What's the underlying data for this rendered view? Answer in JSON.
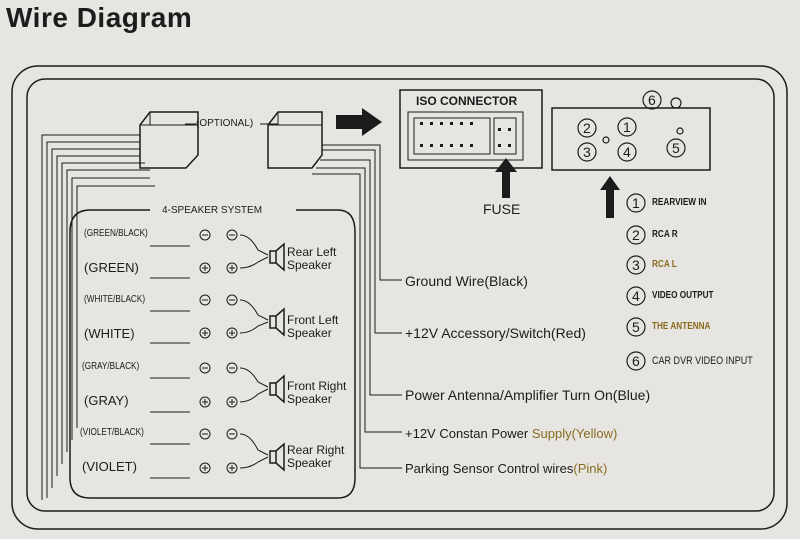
{
  "title": "Wire Diagram",
  "optional_label": "(OPTIONAL)",
  "speaker_system_label": "4-SPEAKER SYSTEM",
  "speaker_wires": [
    {
      "label": "(GREEN/BLACK)",
      "polarity": "−"
    },
    {
      "label": "(GREEN)",
      "polarity": "+"
    },
    {
      "label": "(WHITE/BLACK)",
      "polarity": "−"
    },
    {
      "label": "(WHITE)",
      "polarity": "+"
    },
    {
      "label": "(GRAY/BLACK)",
      "polarity": "−"
    },
    {
      "label": "(GRAY)",
      "polarity": "+"
    },
    {
      "label": "(VIOLET/BLACK)",
      "polarity": "−"
    },
    {
      "label": "(VIOLET)",
      "polarity": "+"
    }
  ],
  "speakers": [
    {
      "line1": "Rear Left",
      "line2": "Speaker"
    },
    {
      "line1": "Front Left",
      "line2": "Speaker"
    },
    {
      "line1": "Front Right",
      "line2": "Speaker"
    },
    {
      "line1": "Rear Right",
      "line2": "Speaker"
    }
  ],
  "power_wires": [
    {
      "text": "Ground  Wire",
      "color_name": "(Black)"
    },
    {
      "text": "+12V Accessory/Switch",
      "color_name": "(Red)"
    },
    {
      "text": "Power Antenna/Amplifier Turn On",
      "color_name": "(Blue)"
    },
    {
      "text": "+12V Constan Power ",
      "color_name": "Supply(Yellow)"
    },
    {
      "text": "Parking Sensor Control wires",
      "color_name": "(Pink)"
    }
  ],
  "iso_connector_label": "ISO CONNECTOR",
  "fuse_label": "FUSE",
  "rca_numbers": [
    "1",
    "2",
    "3",
    "4",
    "5",
    "6"
  ],
  "rca_legend": [
    {
      "num": "1",
      "label": "REARVIEW IN"
    },
    {
      "num": "2",
      "label": "RCA R"
    },
    {
      "num": "3",
      "label": "RCA L"
    },
    {
      "num": "4",
      "label": "VIDEO OUTPUT"
    },
    {
      "num": "5",
      "label": "THE ANTENNA"
    },
    {
      "num": "6",
      "label": "CAR DVR VIDEO INPUT"
    }
  ],
  "colors": {
    "line": "#1c1c1c",
    "accent_text": "#8a6b1f",
    "background": "#e6e5e1"
  }
}
